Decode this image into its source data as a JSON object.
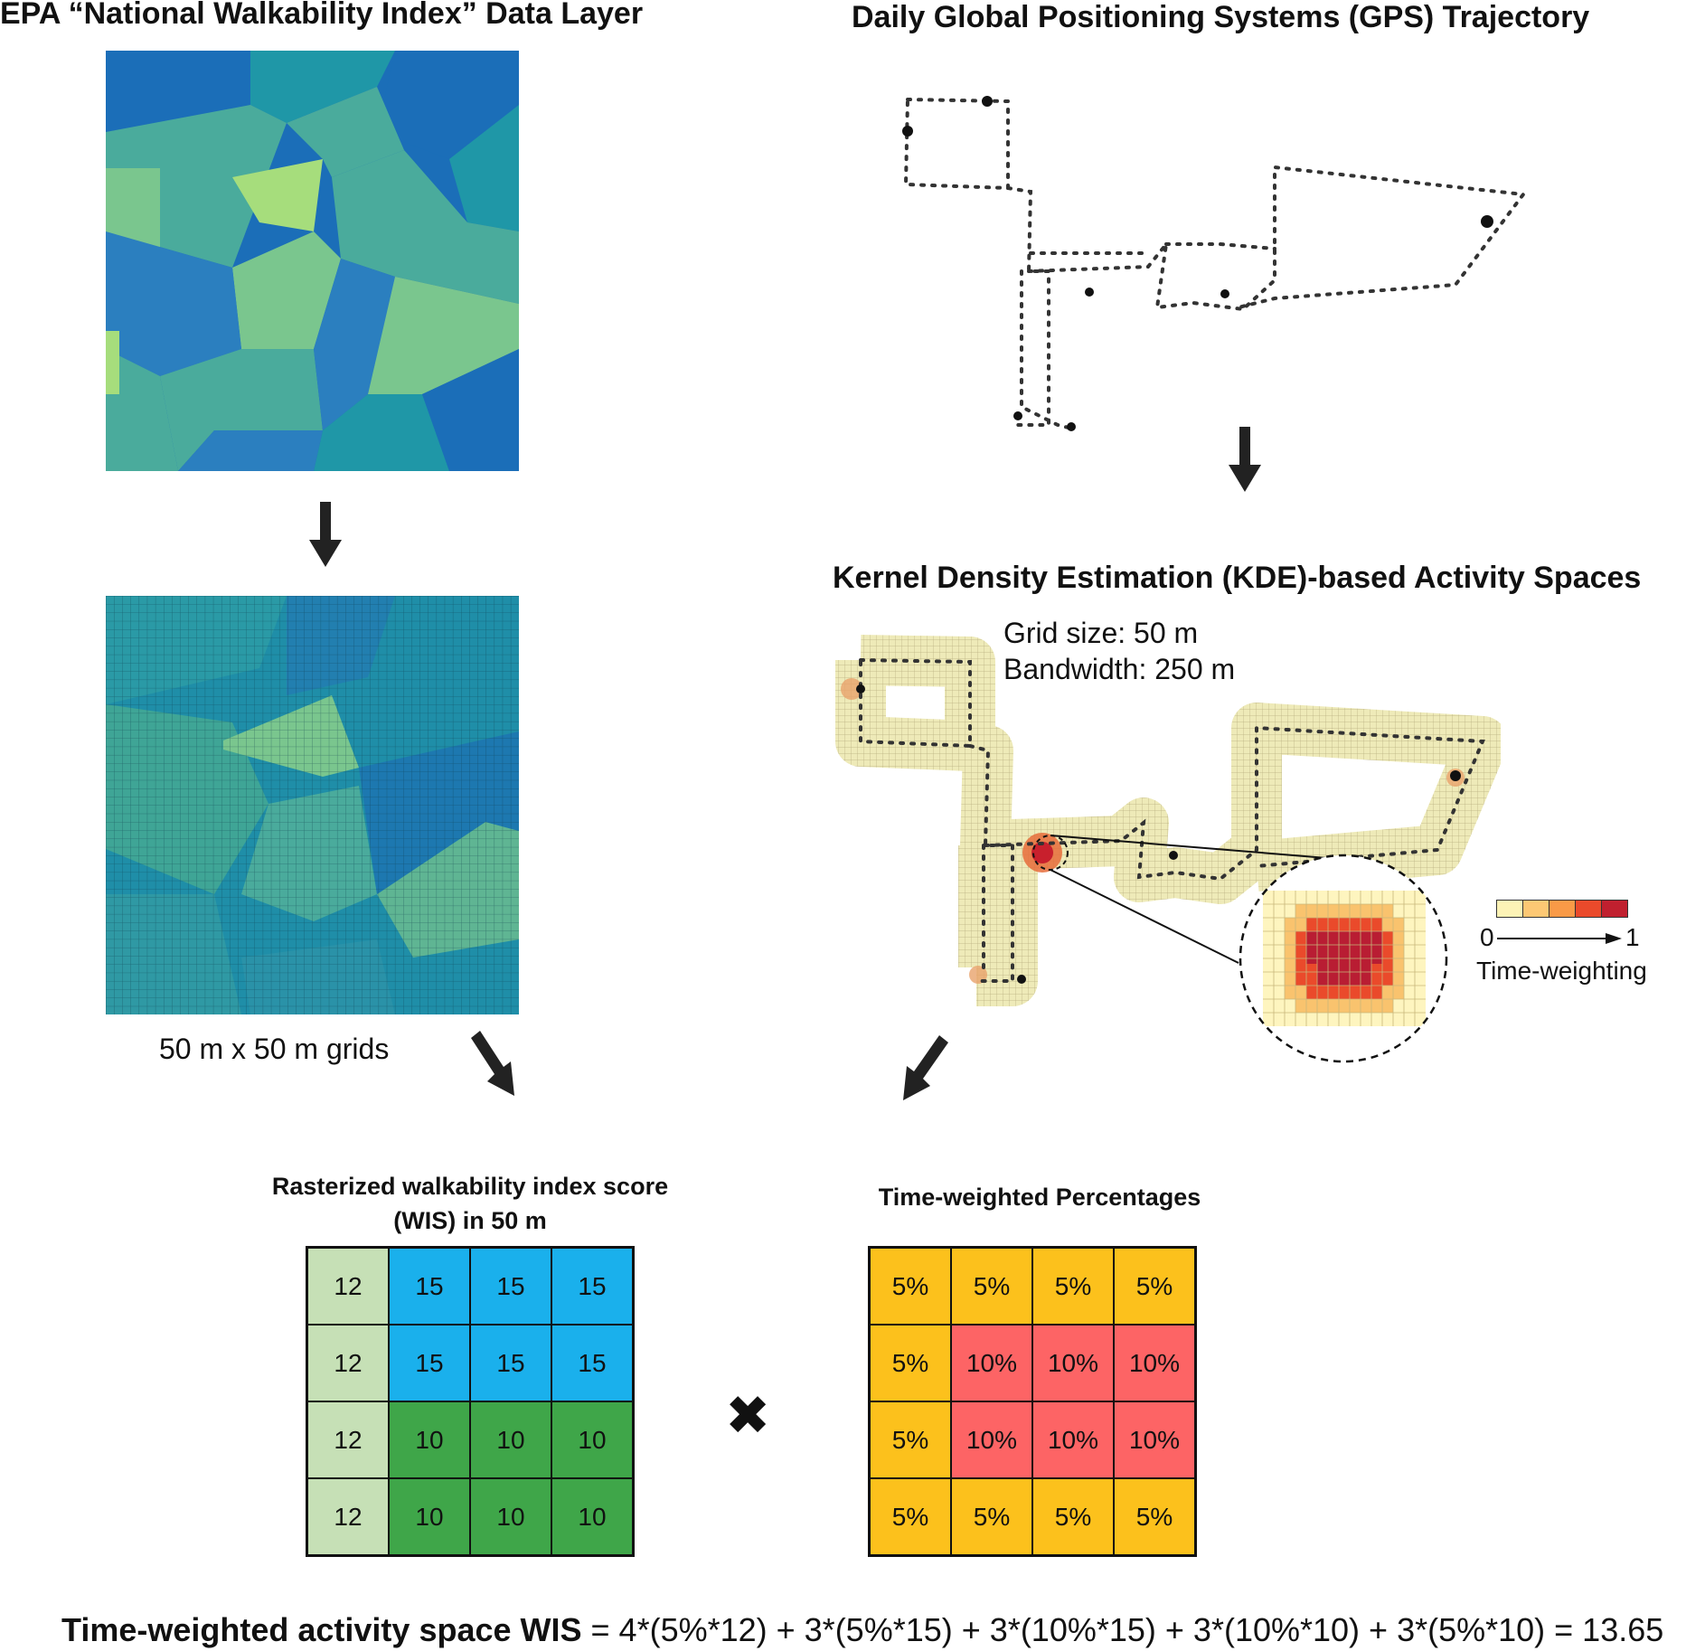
{
  "titles": {
    "epa": "EPA “National Walkability Index” Data Layer",
    "gps": "Daily Global Positioning Systems (GPS) Trajectory",
    "kde": "Kernel Density Estimation (KDE)-based Activity Spaces"
  },
  "grid_caption": "50 m x 50 m grids",
  "kde_params": {
    "grid_size": "Grid size: 50 m",
    "bandwidth": "Bandwidth: 250 m"
  },
  "legend": {
    "min": "0",
    "max": "1",
    "label": "Time-weighting",
    "colors": [
      "#fdf3b6",
      "#fdc874",
      "#f99a47",
      "#ea4a2b",
      "#c0202f"
    ]
  },
  "wis_table": {
    "title_line1": "Rasterized walkability index score",
    "title_line2": "(WIS) in 50 m",
    "rows": [
      [
        "12",
        "15",
        "15",
        "15"
      ],
      [
        "12",
        "15",
        "15",
        "15"
      ],
      [
        "12",
        "10",
        "10",
        "10"
      ],
      [
        "12",
        "10",
        "10",
        "10"
      ]
    ],
    "colors": {
      "12": "#c6e0b6",
      "15": "#1ab0ec",
      "10": "#3fa649"
    }
  },
  "multiply_symbol": "✖",
  "pct_table": {
    "title": "Time-weighted Percentages",
    "rows": [
      [
        "5%",
        "5%",
        "5%",
        "5%"
      ],
      [
        "5%",
        "10%",
        "10%",
        "10%"
      ],
      [
        "5%",
        "10%",
        "10%",
        "10%"
      ],
      [
        "5%",
        "5%",
        "5%",
        "5%"
      ]
    ],
    "colors": {
      "5%": "#fcc11c",
      "10%": "#fd6465"
    }
  },
  "formula": {
    "label": "Time-weighted activity space WIS",
    "expression": " =  4*(5%*12) + 3*(5%*15) + 3*(10%*15) + 3*(10%*10) + 3*(5%*10) = 13.65"
  },
  "map_colors": {
    "dark_blue": "#1b6eb8",
    "blue": "#2b7fbf",
    "teal": "#1f97a7",
    "teal_green": "#4aab9c",
    "green": "#7ac68e",
    "light_green": "#a6dd7c"
  }
}
